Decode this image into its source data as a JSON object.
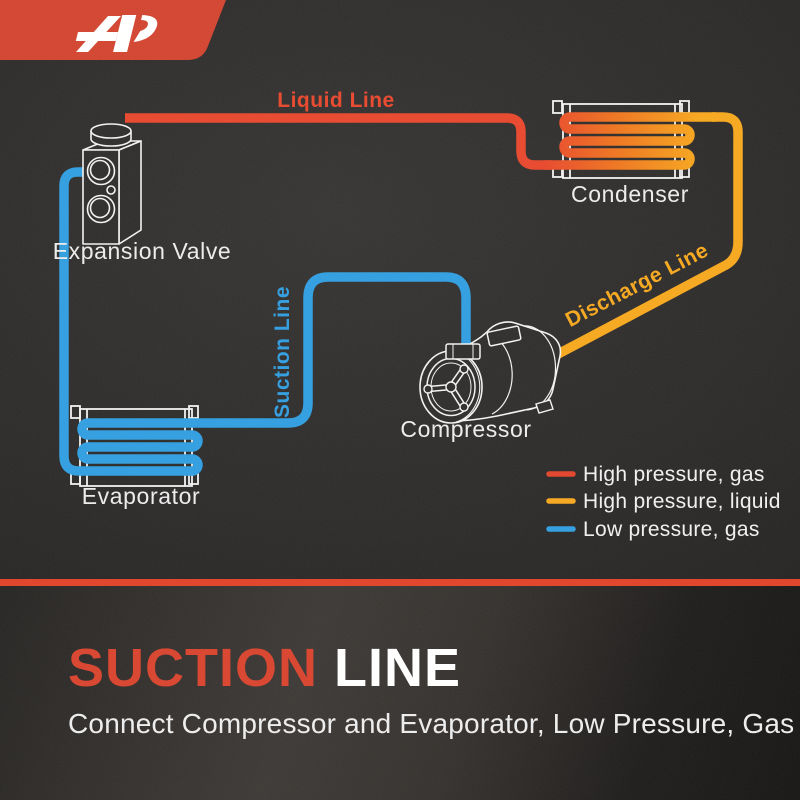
{
  "logo": {
    "monogram": "AP",
    "banner_color": "#d2432e"
  },
  "diagram": {
    "components": {
      "expansion_valve": {
        "label": "Expansion Valve"
      },
      "condenser": {
        "label": "Condenser"
      },
      "evaporator": {
        "label": "Evaporator"
      },
      "compressor": {
        "label": "Compressor"
      }
    },
    "lines": {
      "liquid": {
        "label": "Liquid Line",
        "color": "#e8462b"
      },
      "discharge": {
        "label": "Discharge Line",
        "color": "#f6a71c"
      },
      "suction": {
        "label": "Suction Line",
        "color": "#2f9de0"
      }
    },
    "legend": [
      {
        "label": "High pressure, gas",
        "color": "#e2432a"
      },
      {
        "label": "High pressure, liquid",
        "color": "#f6a71c"
      },
      {
        "label": "Low pressure, gas",
        "color": "#2f9de0"
      }
    ]
  },
  "banner": {
    "title_primary": "SUCTION",
    "title_secondary": "LINE",
    "subtitle": "Connect Compressor and Evaporator, Low Pressure, Gas",
    "accent_color": "#d8422c",
    "divider_color": "#e04127"
  }
}
